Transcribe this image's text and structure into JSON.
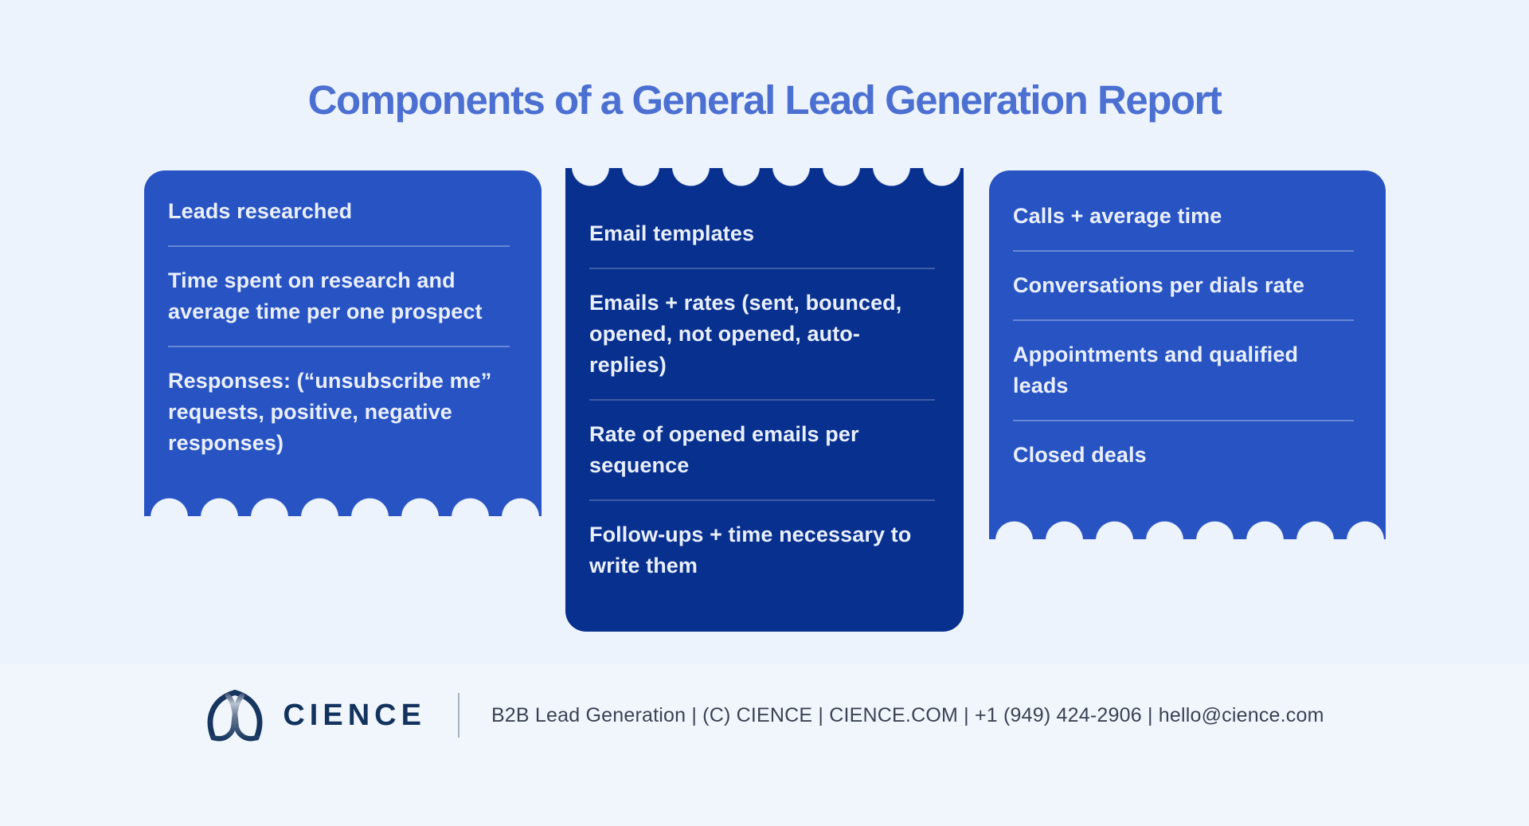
{
  "title": "Components of a General Lead Generation Report",
  "cards": {
    "prospecting": {
      "items": [
        "Leads researched",
        "Time spent on research and average time per one prospect",
        "Responses: (“unsubscribe me” requests, positive, negative responses)"
      ]
    },
    "email": {
      "items": [
        "Email templates",
        "Emails + rates (sent, bounced, opened, not opened, auto-replies)",
        "Rate of opened emails per sequence",
        "Follow-ups + time necessary to write them"
      ]
    },
    "calls": {
      "items": [
        "Calls + average time",
        "Conversations per dials rate",
        "Appointments and qualified leads",
        "Closed deals"
      ]
    }
  },
  "footer": {
    "brand": "CIENCE",
    "info": "B2B Lead Generation | (C) CIENCE | CIENCE.COM | +1 (949) 424-2906 | hello@cience.com"
  },
  "colors": {
    "background": "#edf3fc",
    "footer_band": "#f1f6fd",
    "title": "#4b70d2",
    "card_light": "#2853c3",
    "card_dark": "#08308f",
    "card_text": "#e9effc",
    "brand_navy": "#16355f",
    "wordmark": "#12335e",
    "footer_text": "#3b4254"
  }
}
